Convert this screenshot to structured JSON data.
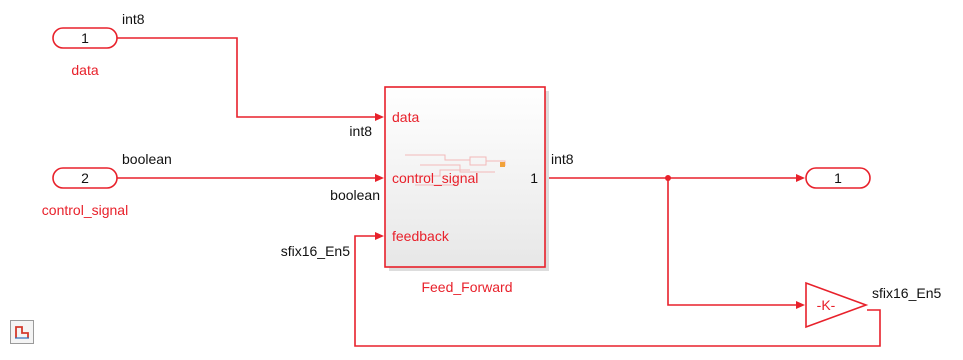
{
  "inports": [
    {
      "number": "1",
      "name": "data",
      "signal_type": "int8"
    },
    {
      "number": "2",
      "name": "control_signal",
      "signal_type": "boolean"
    }
  ],
  "subsystem": {
    "name": "Feed_Forward",
    "ports_in": [
      "data",
      "control_signal",
      "feedback"
    ],
    "port_out": "1",
    "input_types": [
      "int8",
      "boolean",
      "sfix16_En5"
    ]
  },
  "output_signal_type": "int8",
  "outport": {
    "number": "1"
  },
  "gain": {
    "label": "-K-",
    "output_type": "sfix16_En5"
  },
  "toolbar": {
    "icon": "sample-time-icon"
  },
  "colors": {
    "signal": "#e8212b",
    "block_border": "#e8212b",
    "text": "#111111"
  }
}
